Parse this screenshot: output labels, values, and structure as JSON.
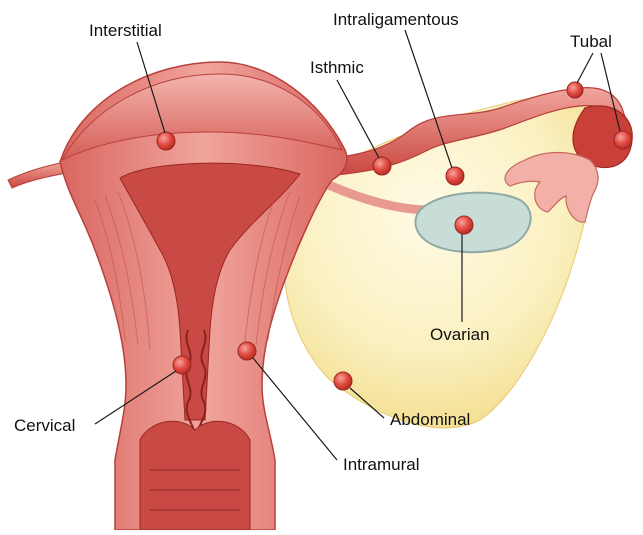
{
  "labels": {
    "interstitial": "Interstitial",
    "intraligamentous": "Intraligamentous",
    "tubal": "Tubal",
    "isthmic": "Isthmic",
    "ovarian": "Ovarian",
    "cervical": "Cervical",
    "abdominal": "Abdominal",
    "intramural": "Intramural"
  },
  "colors": {
    "tissue": "#e27a74",
    "tissue_dark": "#c4473f",
    "tissue_light": "#f2a79f",
    "cavity": "#c84a44",
    "peritoneal": "#f7eec1",
    "ovary": "#bfd6d2",
    "implant": "#e04a40",
    "implant_outline": "#9b2620",
    "leader": "#1a1a1a"
  }
}
